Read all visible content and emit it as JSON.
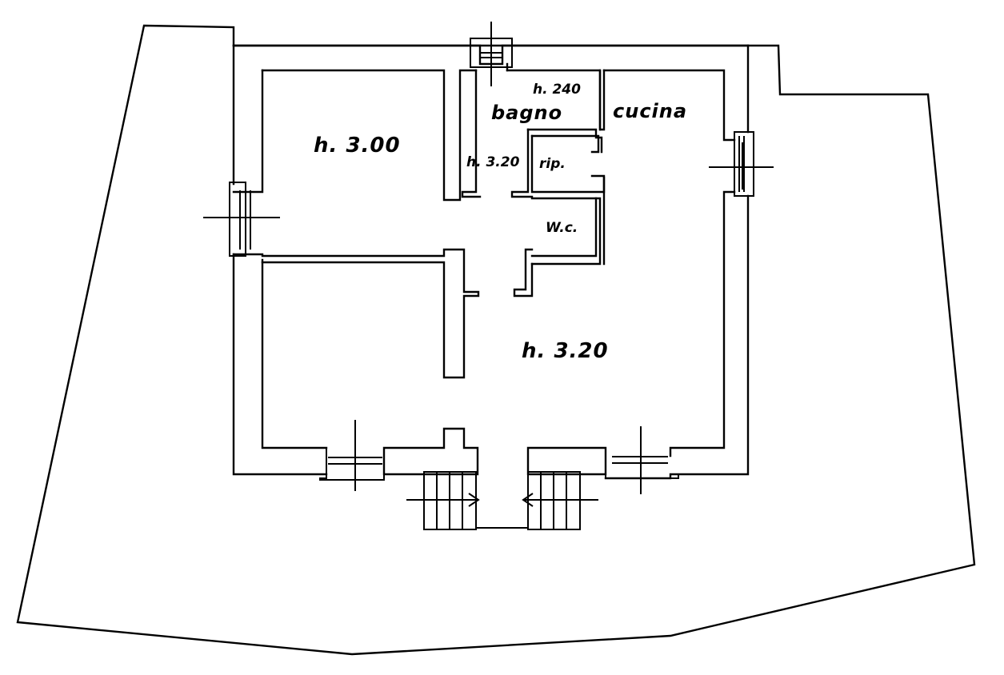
{
  "rooms": {
    "living_height": "h. 3.00",
    "bagno_height": "h. 240",
    "bagno_name": "bagno",
    "cucina_name": "cucina",
    "corridor_height": "h. 3.20",
    "ripostiglio_name": "rip.",
    "wc_name": "W.c.",
    "main_height": "h. 3.20"
  },
  "colors": {
    "ink": "#000000",
    "paper": "#ffffff"
  }
}
